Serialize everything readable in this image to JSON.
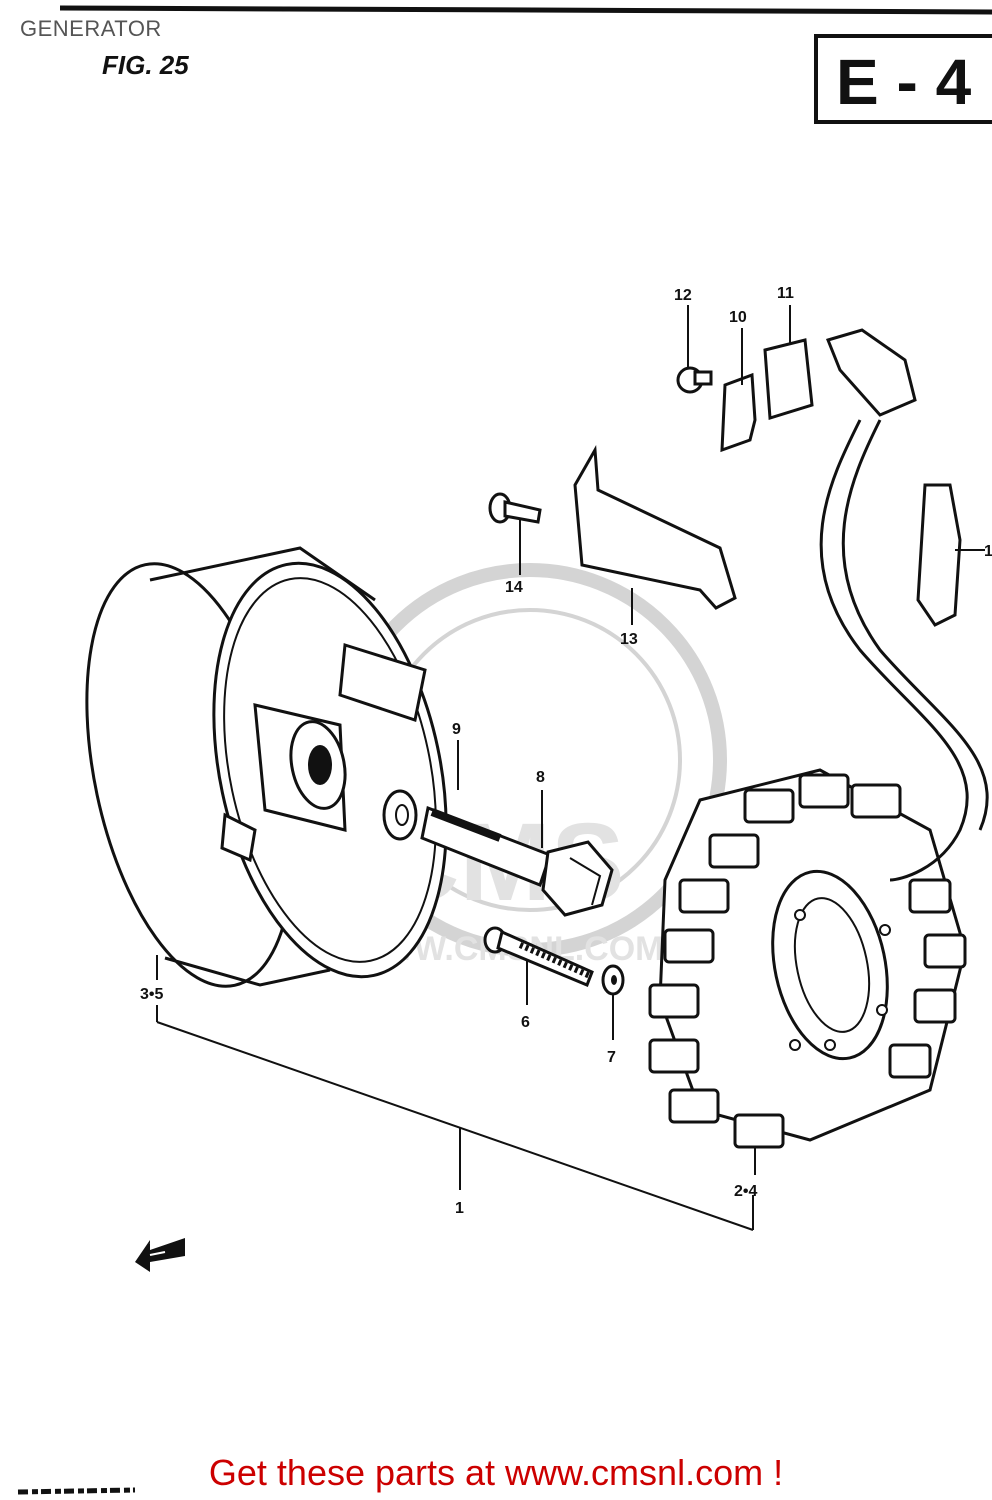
{
  "header": {
    "title": "GENERATOR",
    "figure_label": "FIG. 25",
    "section_code": "E - 4"
  },
  "callouts": {
    "c1": "1",
    "c2_4": "2•4",
    "c3_5": "3•5",
    "c6": "6",
    "c7": "7",
    "c8": "8",
    "c9": "9",
    "c10": "10",
    "c11": "11",
    "c12": "12",
    "c13": "13",
    "c14": "14",
    "c15": "1"
  },
  "watermark": {
    "text": "CMS",
    "url": "WWW.CMSNL.COM"
  },
  "footer": {
    "cta": "Get these parts at www.cmsnl.com !"
  },
  "colors": {
    "ink": "#111111",
    "cta": "#cc0000",
    "title": "#555555",
    "watermark": "#d4d4d4"
  }
}
